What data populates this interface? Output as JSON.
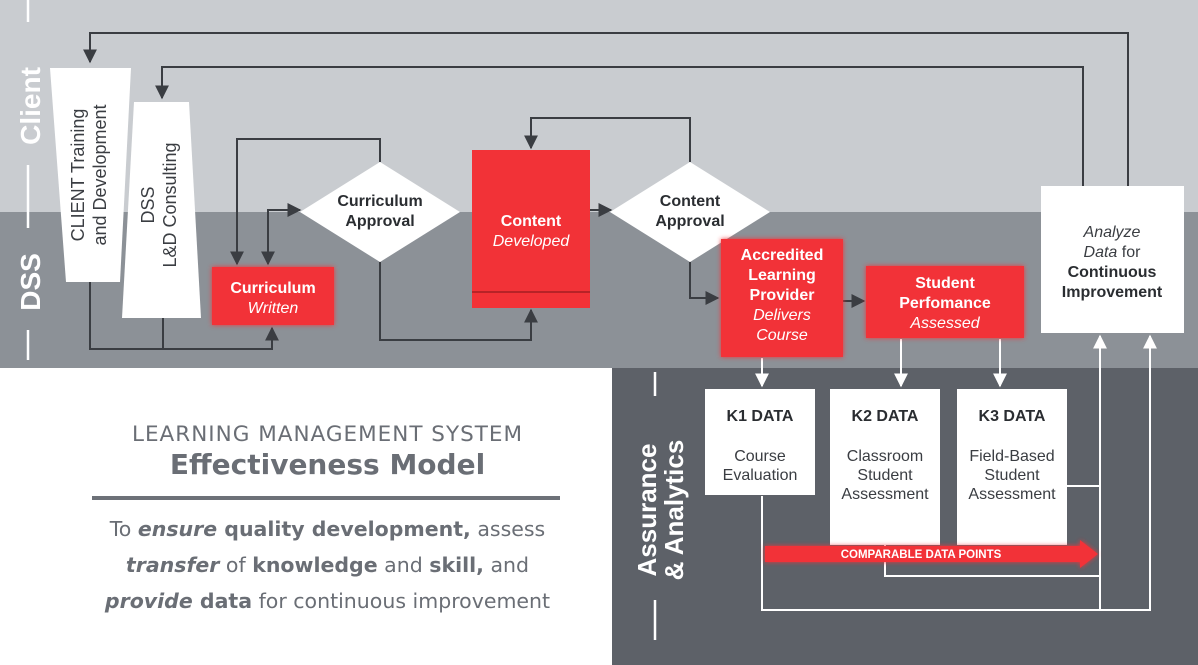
{
  "lanes": {
    "client": "Client",
    "dss": "DSS",
    "assurance_line1": "Assurance",
    "assurance_line2": "& Analytics"
  },
  "nodes": {
    "client_td": {
      "line1": "CLIENT Training",
      "line2": "and Development"
    },
    "dss_ld": {
      "line1": "DSS",
      "line2": "L&D Consulting"
    },
    "curriculum_written": {
      "line1": "Curriculum",
      "line2": "Written"
    },
    "curriculum_approval": {
      "line1": "Curriculum",
      "line2": "Approval"
    },
    "content_developed": {
      "line1": "Content",
      "line2": "Developed"
    },
    "content_approval": {
      "line1": "Content",
      "line2": "Approval"
    },
    "alp": {
      "line1": "Accredited",
      "line2": "Learning",
      "line3": "Provider",
      "line4": "Delivers",
      "line5": "Course"
    },
    "student_perf": {
      "line1": "Student",
      "line2": "Perfomance",
      "line3": "Assessed"
    },
    "analyze": {
      "line1": "Analyze",
      "line2a": "Data",
      "line2b": " for",
      "line3": "Continuous",
      "line4": "Improvement"
    }
  },
  "data_boxes": [
    {
      "title": "K1 DATA",
      "lines": [
        "Course",
        "Evaluation"
      ]
    },
    {
      "title": "K2 DATA",
      "lines": [
        "Classroom",
        "Student",
        "Assessment"
      ]
    },
    {
      "title": "K3 DATA",
      "lines": [
        "Field-Based",
        "Student",
        "Assessment"
      ]
    }
  ],
  "comparable_label": "COMPARABLE DATA POINTS",
  "caption": {
    "line1": "LEARNING MANAGEMENT SYSTEM",
    "line2": "Effectiveness Model",
    "tagline": {
      "p1": "To ",
      "p2": "ensure",
      "p3": " quality development,",
      "p4": " assess",
      "p5": "transfer",
      "p6": " of ",
      "p7": "knowledge",
      "p8": " and ",
      "p9": "skill,",
      "p10": " and",
      "p11": "provide",
      "p12": " data",
      "p13": " for continuous improvement"
    }
  },
  "colors": {
    "client_lane": "#c9ccd0",
    "dss_lane": "#8c9197",
    "assurance_lane": "#5d6168",
    "red": "#f23237",
    "line": "#3a3d42"
  }
}
